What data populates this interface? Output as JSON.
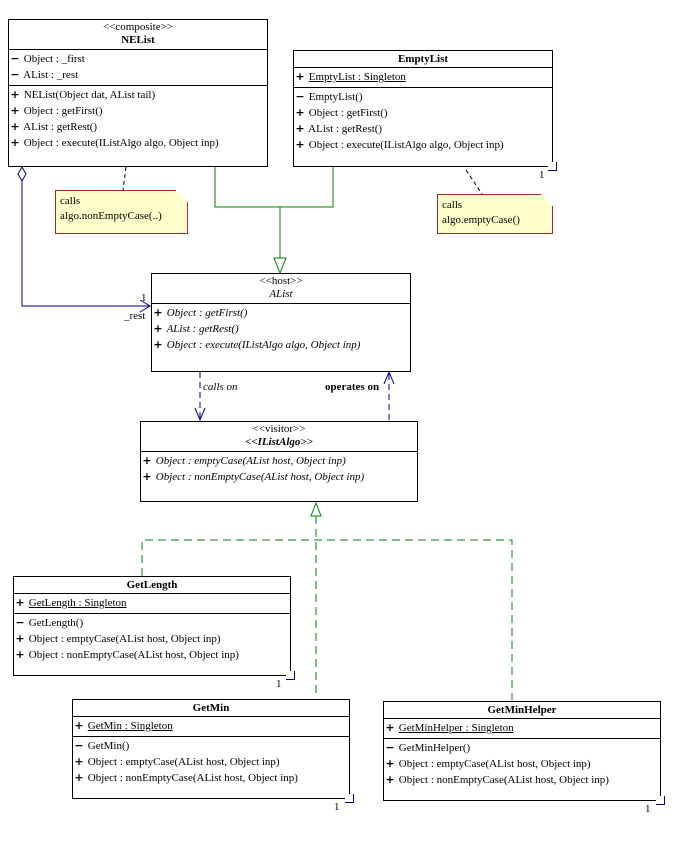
{
  "nelist": {
    "stereotype": "<<composite>>",
    "name": "NEList",
    "attributes": [
      {
        "vis": "−",
        "text": "Object : _first"
      },
      {
        "vis": "−",
        "text": "AList : _rest"
      }
    ],
    "operations": [
      {
        "vis": "+",
        "text": "NEList(Object dat, AList tail)"
      },
      {
        "vis": "+",
        "text": "Object : getFirst()"
      },
      {
        "vis": "+",
        "text": "AList : getRest()"
      },
      {
        "vis": "+",
        "text": "Object : execute(IListAlgo algo, Object inp)"
      }
    ]
  },
  "emptylist": {
    "name": "EmptyList",
    "attributes": [
      {
        "vis": "+",
        "text": "EmptyList : Singleton"
      }
    ],
    "operations": [
      {
        "vis": "−",
        "text": "EmptyList()"
      },
      {
        "vis": "+",
        "text": "Object : getFirst()"
      },
      {
        "vis": "+",
        "text": "AList : getRest()"
      },
      {
        "vis": "+",
        "text": "Object : execute(IListAlgo algo, Object inp)"
      }
    ],
    "multiplicity": "1"
  },
  "note_nonempty": {
    "line1": "calls",
    "line2": "algo.nonEmptyCase(..)"
  },
  "note_empty": {
    "line1": "calls",
    "line2": "algo.emptyCase()"
  },
  "alist": {
    "stereotype": "<<host>>",
    "name": "AList",
    "operations": [
      {
        "vis": "+",
        "text": "Object : getFirst()"
      },
      {
        "vis": "+",
        "text": "AList : getRest()"
      },
      {
        "vis": "+",
        "text": "Object : execute(IListAlgo algo, Object inp)"
      }
    ],
    "rest_role": "_rest",
    "rest_mult": "1"
  },
  "labels": {
    "calls_on": "calls on",
    "operates_on": "operates on"
  },
  "ilistalgo": {
    "stereotype": "<<visitor>>",
    "name": "<<IListAlgo>>",
    "operations": [
      {
        "vis": "+",
        "text": "Object : emptyCase(AList host, Object inp)"
      },
      {
        "vis": "+",
        "text": "Object : nonEmptyCase(AList host, Object inp)"
      }
    ]
  },
  "getlength": {
    "name": "GetLength",
    "attributes": [
      {
        "vis": "+",
        "text": "GetLength : Singleton"
      }
    ],
    "operations": [
      {
        "vis": "−",
        "text": "GetLength()"
      },
      {
        "vis": "+",
        "text": "Object : emptyCase(AList host, Object inp)"
      },
      {
        "vis": "+",
        "text": "Object : nonEmptyCase(AList host, Object inp)"
      }
    ],
    "multiplicity": "1"
  },
  "getmin": {
    "name": "GetMin",
    "attributes": [
      {
        "vis": "+",
        "text": "GetMin : Singleton"
      }
    ],
    "operations": [
      {
        "vis": "−",
        "text": "GetMin()"
      },
      {
        "vis": "+",
        "text": "Object : emptyCase(AList host, Object inp)"
      },
      {
        "vis": "+",
        "text": "Object : nonEmptyCase(AList host, Object inp)"
      }
    ],
    "multiplicity": "1"
  },
  "getminhelper": {
    "name": "GetMinHelper",
    "attributes": [
      {
        "vis": "+",
        "text": "GetMinHelper : Singleton"
      }
    ],
    "operations": [
      {
        "vis": "−",
        "text": "GetMinHelper()"
      },
      {
        "vis": "+",
        "text": "Object : emptyCase(AList host, Object inp)"
      },
      {
        "vis": "+",
        "text": "Object : nonEmptyCase(AList host, Object inp)"
      }
    ],
    "multiplicity": "1"
  },
  "colors": {
    "inheritance": "#008000",
    "association": "#000080",
    "note_fill": "#ffffcc",
    "note_border": "#a52a2a"
  }
}
